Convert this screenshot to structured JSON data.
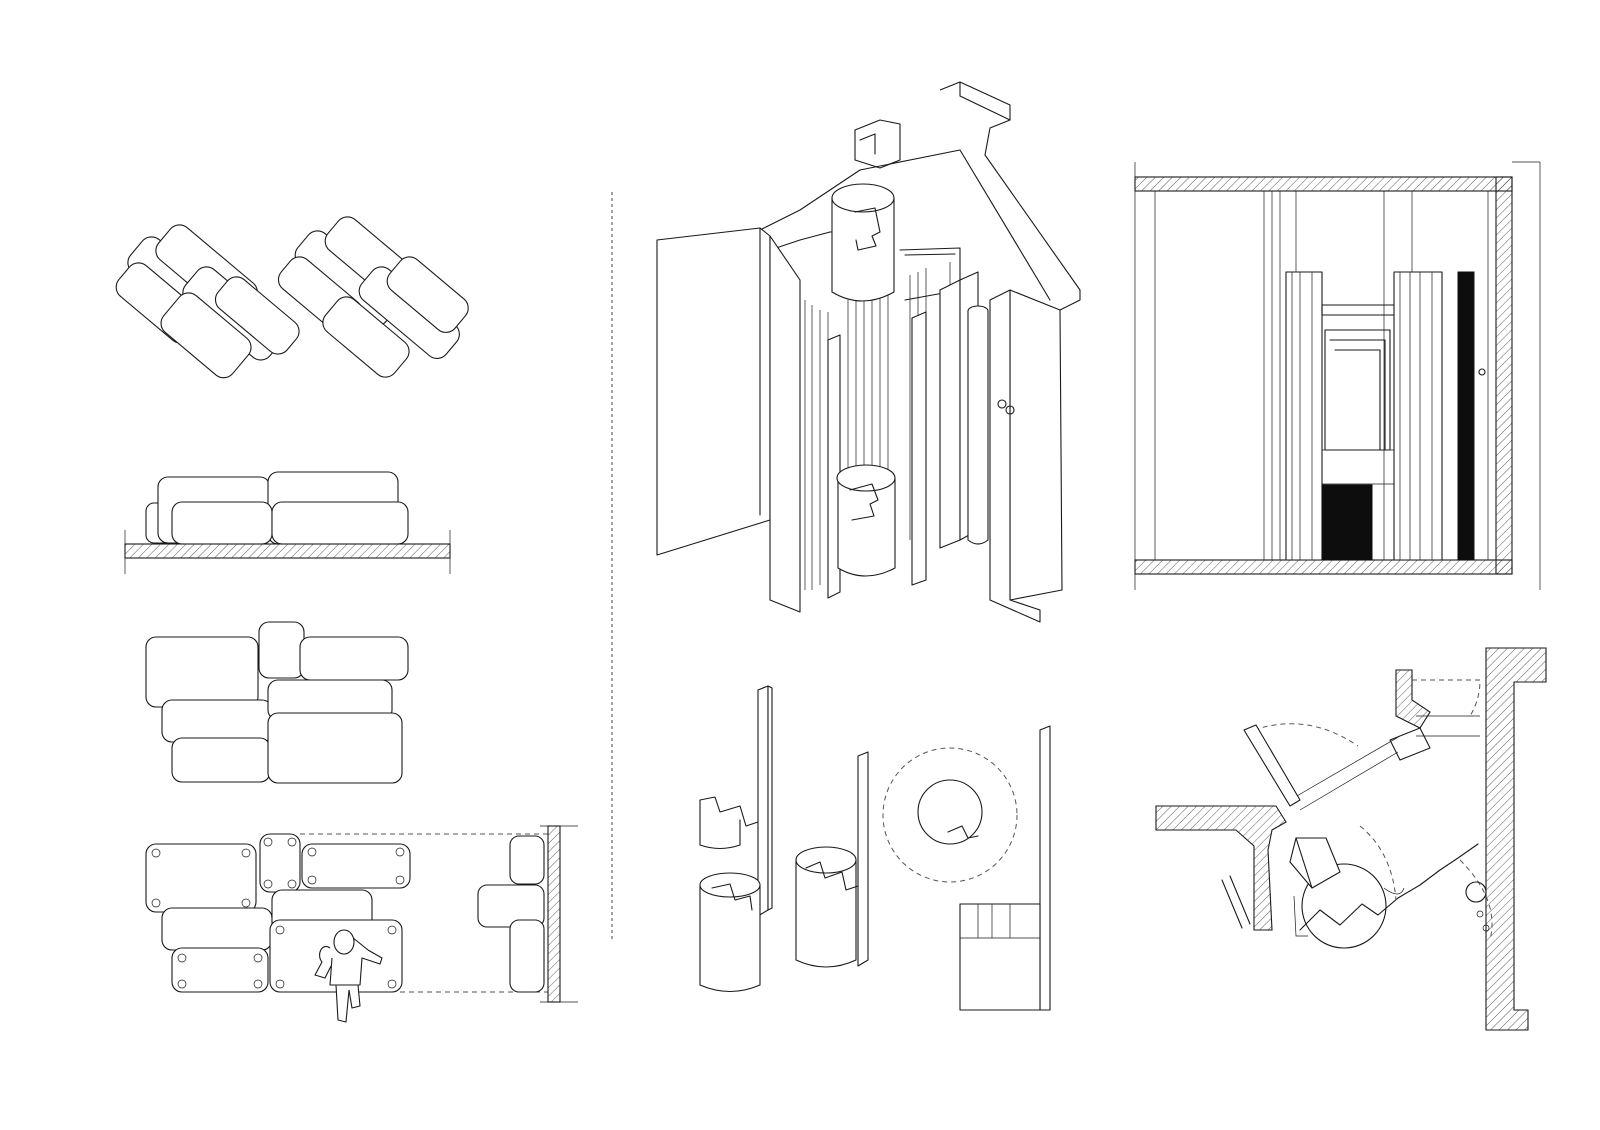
{
  "sheet": {
    "background": "#ffffff",
    "ink": "#1a1a1a",
    "views": [
      {
        "id": "cushion-axonometric"
      },
      {
        "id": "cushion-elevation"
      },
      {
        "id": "cushion-plan"
      },
      {
        "id": "cushion-plan-with-figure"
      },
      {
        "id": "installation-axonometric"
      },
      {
        "id": "installation-section"
      },
      {
        "id": "component-details"
      },
      {
        "id": "installation-floor-plan"
      }
    ]
  }
}
